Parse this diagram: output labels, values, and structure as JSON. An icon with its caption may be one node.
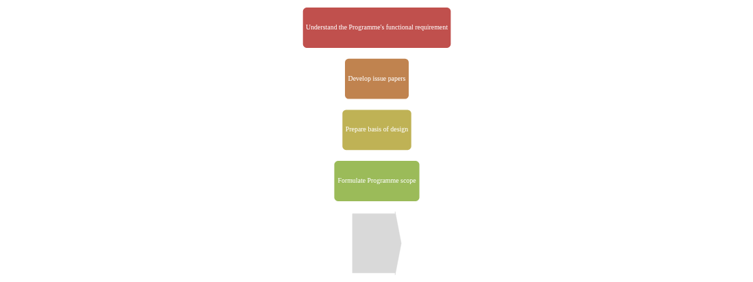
{
  "diagram": {
    "nodes": [
      {
        "text": [
          "Understand the Programme's functional requirement"
        ]
      },
      {
        "text": [
          "Develop issue papers"
        ]
      },
      {
        "text": [
          "Prepare basis of design"
        ]
      },
      {
        "text": [
          "Formulate Programme scope"
        ]
      },
      {
        "text": [],
        "shape": "arrow"
      }
    ]
  }
}
